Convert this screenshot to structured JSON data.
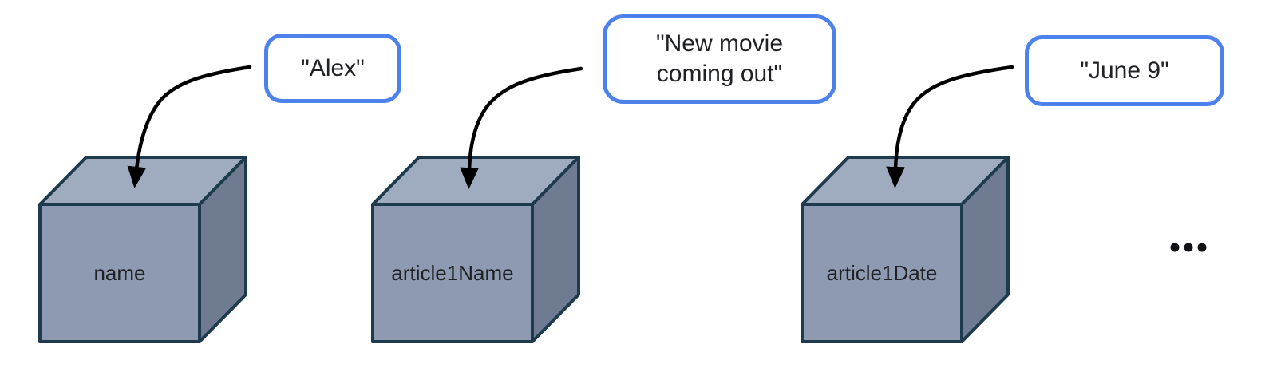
{
  "colors": {
    "background": "#ffffff",
    "bubble_border": "#4d82ec",
    "bubble_fill": "#ffffff",
    "cube_front": "#8d9ab1",
    "cube_top": "#9fabbf",
    "cube_side": "#6f7b90",
    "cube_outline": "#1e3a4d",
    "arrow": "#000000",
    "text": "#202124"
  },
  "boxes": [
    {
      "label": "name",
      "value": "\"Alex\""
    },
    {
      "label": "article1Name",
      "value": "\"New movie\ncoming out\""
    },
    {
      "label": "article1Date",
      "value": "\"June 9\""
    }
  ],
  "ellipsis": "..."
}
